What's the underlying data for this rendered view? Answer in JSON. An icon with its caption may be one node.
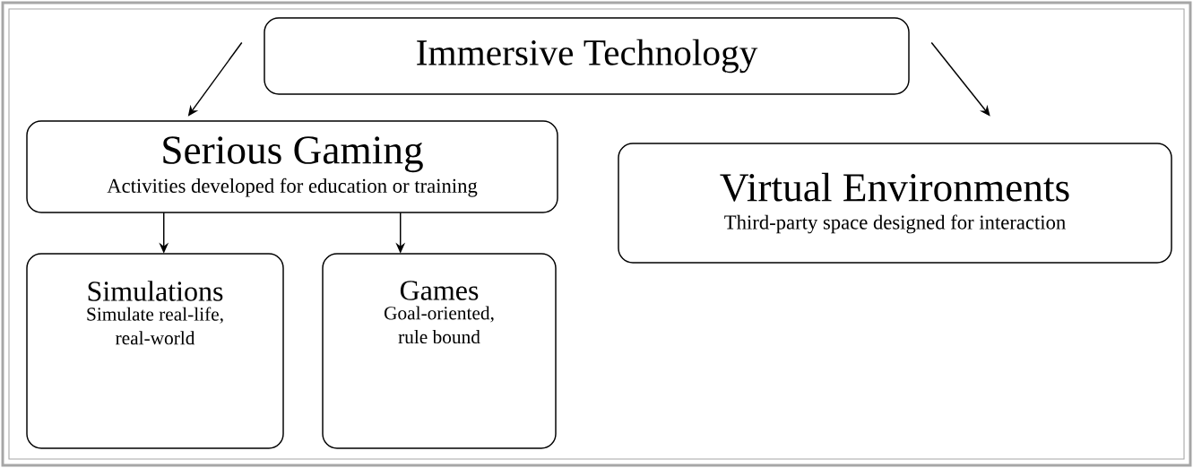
{
  "diagram": {
    "nodes": [
      {
        "text": [
          "Immersive Technology"
        ]
      },
      {
        "text": [
          "Serious Gaming",
          "Activities developed for education or training"
        ]
      },
      {
        "text": [
          "Virtual Environments",
          "Third-party space designed for interaction"
        ]
      },
      {
        "text": [
          "Simulations",
          "Simulate real-life, real-world"
        ]
      },
      {
        "text": [
          "Games",
          "Goal-oriented, rule bound"
        ]
      }
    ],
    "edges": [
      {
        "from": 0,
        "to": 1,
        "arrow": "to"
      },
      {
        "from": 0,
        "to": 2,
        "arrow": "to"
      },
      {
        "from": 1,
        "to": 3,
        "arrow": "to"
      },
      {
        "from": 1,
        "to": 4,
        "arrow": "to"
      }
    ]
  }
}
